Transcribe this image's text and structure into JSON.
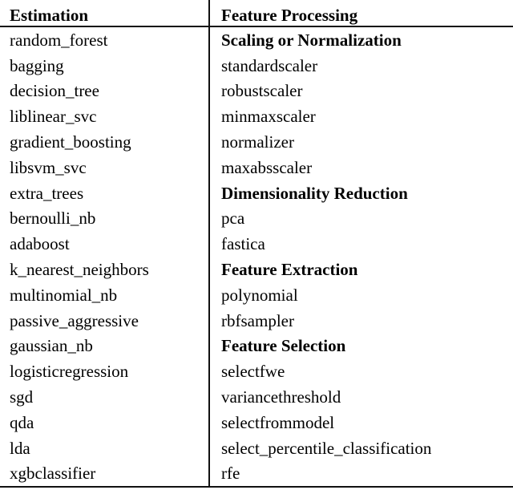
{
  "table": {
    "columns": [
      {
        "key": "estimation",
        "header": "Estimation"
      },
      {
        "key": "feature_processing",
        "header": "Feature Processing"
      }
    ],
    "rows": [
      {
        "estimation": "random_forest",
        "estimation_bold": false,
        "feature_processing": "Scaling or Normalization",
        "feature_processing_bold": true
      },
      {
        "estimation": "bagging",
        "estimation_bold": false,
        "feature_processing": "standardscaler",
        "feature_processing_bold": false
      },
      {
        "estimation": "decision_tree",
        "estimation_bold": false,
        "feature_processing": "robustscaler",
        "feature_processing_bold": false
      },
      {
        "estimation": "liblinear_svc",
        "estimation_bold": false,
        "feature_processing": "minmaxscaler",
        "feature_processing_bold": false
      },
      {
        "estimation": "gradient_boosting",
        "estimation_bold": false,
        "feature_processing": "normalizer",
        "feature_processing_bold": false
      },
      {
        "estimation": "libsvm_svc",
        "estimation_bold": false,
        "feature_processing": "maxabsscaler",
        "feature_processing_bold": false
      },
      {
        "estimation": "extra_trees",
        "estimation_bold": false,
        "feature_processing": "Dimensionality Reduction",
        "feature_processing_bold": true
      },
      {
        "estimation": "bernoulli_nb",
        "estimation_bold": false,
        "feature_processing": "pca",
        "feature_processing_bold": false
      },
      {
        "estimation": "adaboost",
        "estimation_bold": false,
        "feature_processing": "fastica",
        "feature_processing_bold": false
      },
      {
        "estimation": "k_nearest_neighbors",
        "estimation_bold": false,
        "feature_processing": "Feature Extraction",
        "feature_processing_bold": true
      },
      {
        "estimation": "multinomial_nb",
        "estimation_bold": false,
        "feature_processing": "polynomial",
        "feature_processing_bold": false
      },
      {
        "estimation": "passive_aggressive",
        "estimation_bold": false,
        "feature_processing": "rbfsampler",
        "feature_processing_bold": false
      },
      {
        "estimation": "gaussian_nb",
        "estimation_bold": false,
        "feature_processing": "Feature Selection",
        "feature_processing_bold": true
      },
      {
        "estimation": "logisticregression",
        "estimation_bold": false,
        "feature_processing": "selectfwe",
        "feature_processing_bold": false
      },
      {
        "estimation": "sgd",
        "estimation_bold": false,
        "feature_processing": "variancethreshold",
        "feature_processing_bold": false
      },
      {
        "estimation": "qda",
        "estimation_bold": false,
        "feature_processing": "selectfrommodel",
        "feature_processing_bold": false
      },
      {
        "estimation": "lda",
        "estimation_bold": false,
        "feature_processing": "select_percentile_classification",
        "feature_processing_bold": false
      },
      {
        "estimation": "xgbclassifier",
        "estimation_bold": false,
        "feature_processing": "rfe",
        "feature_processing_bold": false
      }
    ]
  },
  "style": {
    "rule_color": "#111111",
    "text_color": "#000000",
    "background": "#ffffff"
  }
}
